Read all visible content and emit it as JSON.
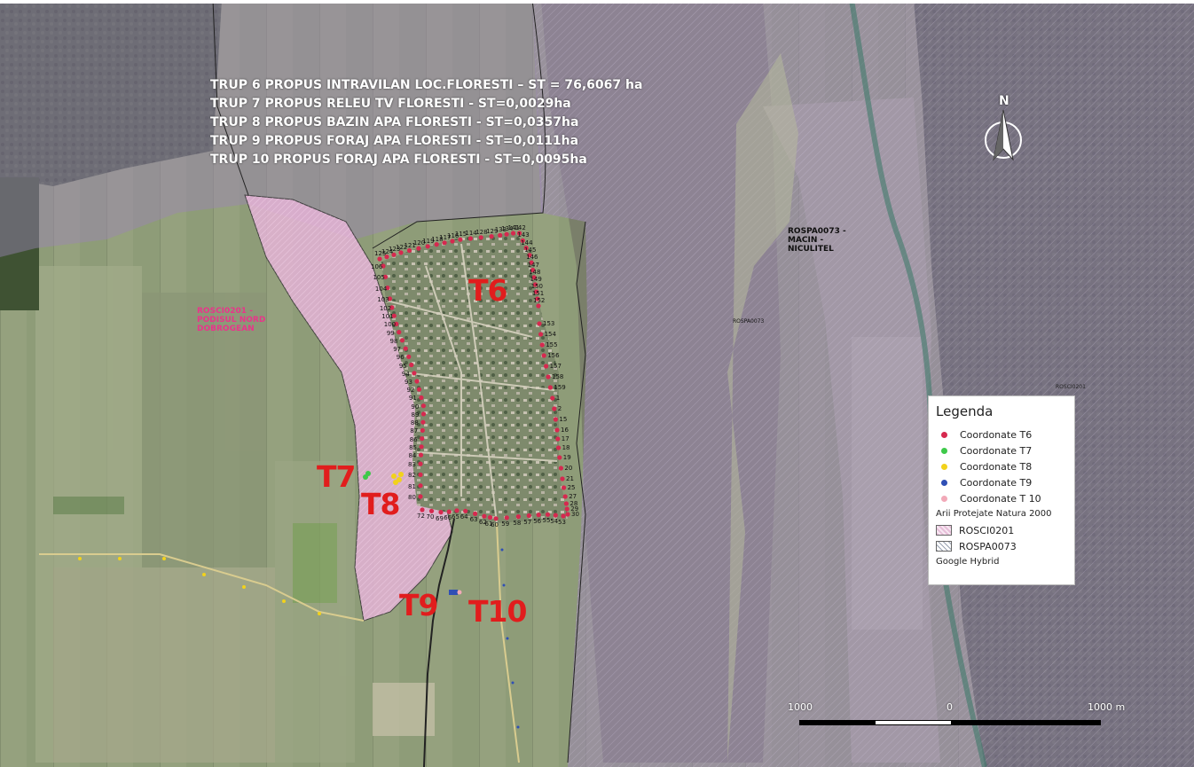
{
  "title_lines": [
    "TRUP 6  PROPUS  INTRAVILAN  LOC.FLORESTI – ST = 76,6067 ha",
    "TRUP 7 PROPUS RELEU TV FLORESTI - ST=0,0029ha",
    "TRUP 8 PROPUS BAZIN APA FLORESTI - ST=0,0357ha",
    "TRUP 9 PROPUS FORAJ APA FLORESTI - ST=0,0111ha",
    "TRUP 10 PROPUS FORAJ APA FLORESTI - ST=0,0095ha"
  ],
  "zones": {
    "rosci_label": [
      "ROSCI0201 -",
      "PODISUL NORD",
      "DOBROGEAN"
    ],
    "rospa_label": [
      "ROSPA0073 -",
      "MACIN -",
      "NICULITEL"
    ],
    "rospa_small": "ROSPA0073",
    "rosci_small": "ROSCI0201"
  },
  "trup_labels": {
    "t6": "T6",
    "t7": "T7",
    "t8": "T8",
    "t9": "T9",
    "t10": "T10"
  },
  "compass": {
    "letter": "N",
    "icon": "north-arrow-icon"
  },
  "legend": {
    "title": "Legenda",
    "points": [
      {
        "label": "Coordonate T6",
        "color": "#d6294f"
      },
      {
        "label": "Coordonate T7",
        "color": "#3ec94a"
      },
      {
        "label": "Coordonate T8",
        "color": "#f2d21b"
      },
      {
        "label": "Coordonate T9",
        "color": "#2f4fb5"
      },
      {
        "label": "Coordonate T 10",
        "color": "#f2a9b8"
      }
    ],
    "group_title": "Arii Protejate Natura 2000",
    "areas": [
      {
        "label": "ROSCI0201",
        "pattern": "pink-hatch"
      },
      {
        "label": "ROSPA0073",
        "pattern": "grey-hatch"
      }
    ],
    "basemap": "Google Hybrid"
  },
  "scale": {
    "left": "1000",
    "mid": "0",
    "right": "1000 m"
  },
  "point_labels": {
    "north": [
      "125",
      "124",
      "123",
      "122",
      "121",
      "120",
      "119",
      "118",
      "117",
      "116",
      "115",
      "114",
      "128",
      "129",
      "133",
      "134",
      "141",
      "142",
      "143",
      "144",
      "145",
      "146",
      "147",
      "148",
      "149",
      "150",
      "151",
      "152"
    ],
    "east": [
      "153",
      "154",
      "155",
      "156",
      "157",
      "158",
      "159",
      "1",
      "2",
      "15",
      "16",
      "17",
      "18",
      "19",
      "20",
      "21",
      "25",
      "27",
      "28",
      "29",
      "30"
    ],
    "west": [
      "106",
      "105",
      "104",
      "103",
      "102",
      "101",
      "100",
      "99",
      "98",
      "97",
      "96",
      "95",
      "94",
      "93",
      "92",
      "91",
      "90",
      "89",
      "88",
      "87",
      "86",
      "85",
      "84",
      "83",
      "82",
      "81",
      "80"
    ],
    "south": [
      "72",
      "70",
      "69",
      "66",
      "65",
      "64",
      "63",
      "62",
      "61",
      "60",
      "59",
      "58",
      "57",
      "56",
      "55",
      "54",
      "53"
    ]
  },
  "colors": {
    "t6_points": "#d6294f",
    "t7_points": "#3ec94a",
    "t8_points": "#f2d21b",
    "t9_points": "#2f4fb5",
    "t10_points": "#f2a9b8",
    "rosci_fill": "#e4b3d6",
    "rospa_tint": "#9c86b5",
    "trup_label": "#e11d1d"
  }
}
